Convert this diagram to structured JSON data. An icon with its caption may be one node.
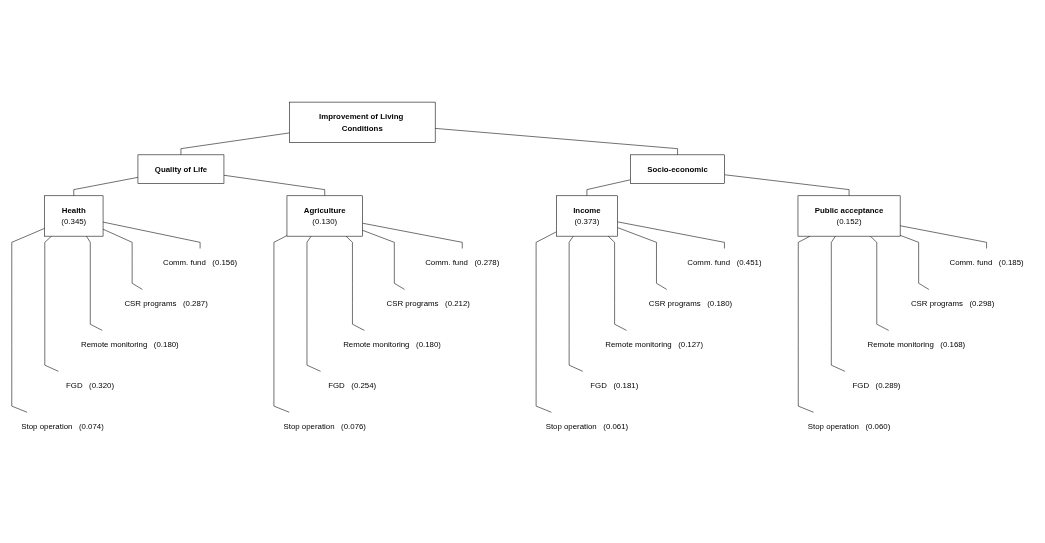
{
  "diagram": {
    "nodes": [
      {
        "text": [
          "Improvement of Living Conditions"
        ]
      },
      {
        "text": [
          "Quality of Life"
        ]
      },
      {
        "text": [
          "Socio-economic"
        ]
      },
      {
        "text": [
          "Health",
          "(0.345)"
        ]
      },
      {
        "text": [
          "Agriculture",
          "(0.130)"
        ]
      },
      {
        "text": [
          "Income",
          "(0.373)"
        ]
      },
      {
        "text": [
          "Public acceptance",
          "(0.152)"
        ]
      },
      {
        "text": [
          "Comm. fund"
        ],
        "beside": [
          "(0.156)"
        ]
      },
      {
        "text": [
          "CSR programs"
        ],
        "beside": [
          "(0.287)"
        ]
      },
      {
        "text": [
          "Remote monitoring"
        ],
        "beside": [
          "(0.180)"
        ]
      },
      {
        "text": [
          "FGD"
        ],
        "beside": [
          "(0.320)"
        ]
      },
      {
        "text": [
          "Stop operation"
        ],
        "beside": [
          "(0.074)"
        ]
      },
      {
        "text": [
          "Comm. fund"
        ],
        "beside": [
          "(0.278)"
        ]
      },
      {
        "text": [
          "CSR programs"
        ],
        "beside": [
          "(0.212)"
        ]
      },
      {
        "text": [
          "Remote monitoring"
        ],
        "beside": [
          "(0.180)"
        ]
      },
      {
        "text": [
          "FGD"
        ],
        "beside": [
          "(0.254)"
        ]
      },
      {
        "text": [
          "Stop operation"
        ],
        "beside": [
          "(0.076)"
        ]
      },
      {
        "text": [
          "Comm. fund"
        ],
        "beside": [
          "(0.451)"
        ]
      },
      {
        "text": [
          "CSR programs"
        ],
        "beside": [
          "(0.180)"
        ]
      },
      {
        "text": [
          "Remote monitoring"
        ],
        "beside": [
          "(0.127)"
        ]
      },
      {
        "text": [
          "FGD"
        ],
        "beside": [
          "(0.181)"
        ]
      },
      {
        "text": [
          "Stop operation"
        ],
        "beside": [
          "(0.061)"
        ]
      },
      {
        "text": [
          "Comm. fund"
        ],
        "beside": [
          "(0.185)"
        ]
      },
      {
        "text": [
          "CSR programs"
        ],
        "beside": [
          "(0.298)"
        ]
      },
      {
        "text": [
          "Remote monitoring"
        ],
        "beside": [
          "(0.168)"
        ]
      },
      {
        "text": [
          "FGD"
        ],
        "beside": [
          "(0.289)"
        ]
      },
      {
        "text": [
          "Stop operation"
        ],
        "beside": [
          "(0.060)"
        ]
      }
    ],
    "edges": [
      {
        "from": 0,
        "to": 1,
        "arrow": "none"
      },
      {
        "from": 0,
        "to": 2,
        "arrow": "none"
      },
      {
        "from": 1,
        "to": 3,
        "arrow": "none"
      },
      {
        "from": 1,
        "to": 4,
        "arrow": "none"
      },
      {
        "from": 2,
        "to": 5,
        "arrow": "none"
      },
      {
        "from": 2,
        "to": 6,
        "arrow": "none"
      },
      {
        "from": 3,
        "to": 7,
        "arrow": "none"
      },
      {
        "from": 3,
        "to": 8,
        "arrow": "none"
      },
      {
        "from": 3,
        "to": 9,
        "arrow": "none"
      },
      {
        "from": 3,
        "to": 10,
        "arrow": "none"
      },
      {
        "from": 3,
        "to": 11,
        "arrow": "none"
      },
      {
        "from": 4,
        "to": 12,
        "arrow": "none"
      },
      {
        "from": 4,
        "to": 13,
        "arrow": "none"
      },
      {
        "from": 4,
        "to": 14,
        "arrow": "none"
      },
      {
        "from": 4,
        "to": 15,
        "arrow": "none"
      },
      {
        "from": 4,
        "to": 16,
        "arrow": "none"
      },
      {
        "from": 5,
        "to": 17,
        "arrow": "none"
      },
      {
        "from": 5,
        "to": 18,
        "arrow": "none"
      },
      {
        "from": 5,
        "to": 19,
        "arrow": "none"
      },
      {
        "from": 5,
        "to": 20,
        "arrow": "none"
      },
      {
        "from": 5,
        "to": 21,
        "arrow": "none"
      },
      {
        "from": 6,
        "to": 22,
        "arrow": "none"
      },
      {
        "from": 6,
        "to": 23,
        "arrow": "none"
      },
      {
        "from": 6,
        "to": 24,
        "arrow": "none"
      },
      {
        "from": 6,
        "to": 25,
        "arrow": "none"
      },
      {
        "from": 6,
        "to": 26,
        "arrow": "none"
      }
    ]
  }
}
